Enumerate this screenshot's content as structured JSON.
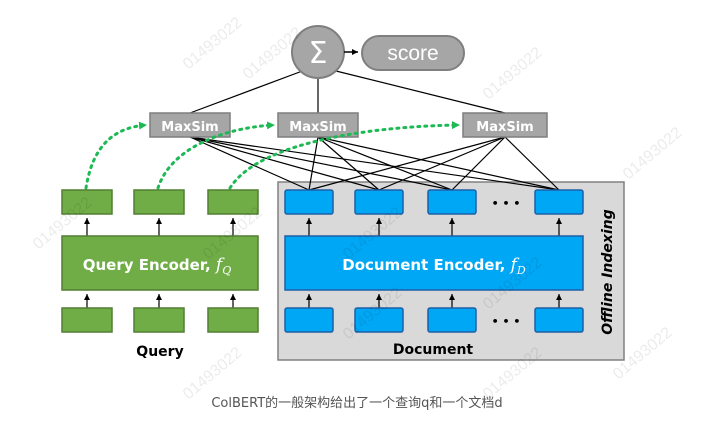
{
  "diagram": {
    "sum_symbol": "Σ",
    "score_label": "score",
    "maxsim_label": "MaxSim",
    "query_encoder_label": "Query Encoder, ",
    "query_encoder_fn": "f",
    "query_encoder_sub": "Q",
    "document_encoder_label": "Document Encoder, ",
    "document_encoder_fn": "f",
    "document_encoder_sub": "D",
    "ellipsis": "• • •",
    "query_label": "Query",
    "document_label": "Document",
    "offline_label": "Offline Indexing",
    "colors": {
      "query_green": "#70AD47",
      "query_border": "#507E32",
      "doc_blue": "#00A7F5",
      "doc_border": "#1F5FA6",
      "gray_box": "#A6A6A6",
      "gray_border": "#7F7F7F",
      "offline_bg": "#D9D9D9",
      "dotted_arrow": "#1DB954"
    }
  },
  "caption": "ColBERT的一般架构给出了一个查询q和一个文档d",
  "watermark": "01493022"
}
